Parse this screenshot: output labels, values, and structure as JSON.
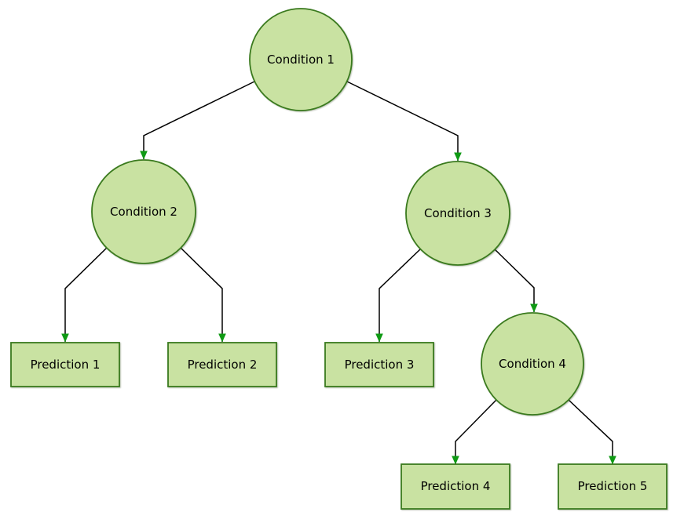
{
  "diagram": {
    "type": "decision-tree",
    "background": "#ffffff",
    "colors": {
      "node_fill": "#c9e2a2",
      "node_border": "#3a7a1e",
      "edge_line": "#000000",
      "arrowhead": "#0f9a14",
      "label_text": "#000000"
    },
    "nodes": {
      "condition1": {
        "label": "Condition 1",
        "shape": "circle"
      },
      "condition2": {
        "label": "Condition 2",
        "shape": "circle"
      },
      "condition3": {
        "label": "Condition 3",
        "shape": "circle"
      },
      "condition4": {
        "label": "Condition 4",
        "shape": "circle"
      },
      "prediction1": {
        "label": "Prediction 1",
        "shape": "box"
      },
      "prediction2": {
        "label": "Prediction 2",
        "shape": "box"
      },
      "prediction3": {
        "label": "Prediction 3",
        "shape": "box"
      },
      "prediction4": {
        "label": "Prediction 4",
        "shape": "box"
      },
      "prediction5": {
        "label": "Prediction 5",
        "shape": "box"
      }
    },
    "edges": [
      {
        "from": "Condition 1",
        "to": "Condition 2"
      },
      {
        "from": "Condition 1",
        "to": "Condition 3"
      },
      {
        "from": "Condition 2",
        "to": "Prediction 1"
      },
      {
        "from": "Condition 2",
        "to": "Prediction 2"
      },
      {
        "from": "Condition 3",
        "to": "Prediction 3"
      },
      {
        "from": "Condition 3",
        "to": "Condition 4"
      },
      {
        "from": "Condition 4",
        "to": "Prediction 4"
      },
      {
        "from": "Condition 4",
        "to": "Prediction 5"
      }
    ]
  }
}
